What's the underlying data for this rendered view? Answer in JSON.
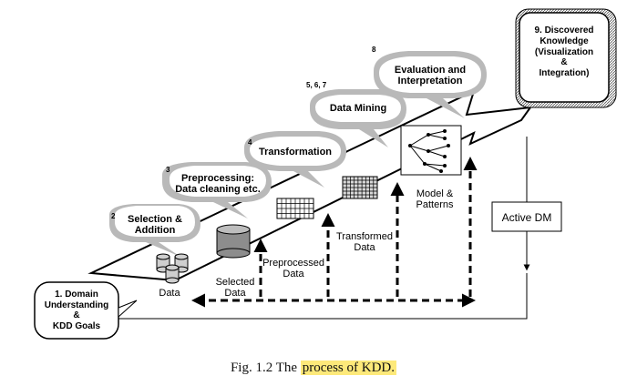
{
  "diagram": {
    "bubbles": [
      {
        "num": "2",
        "lines": [
          "Selection &",
          "Addition"
        ]
      },
      {
        "num": "3",
        "lines": [
          "Preprocessing:",
          "Data cleaning etc."
        ]
      },
      {
        "num": "4",
        "lines": [
          "Transformation"
        ]
      },
      {
        "num": "5, 6, 7",
        "lines": [
          "Data Mining"
        ]
      },
      {
        "num": "8",
        "lines": [
          "Evaluation and",
          "Interpretation"
        ]
      }
    ],
    "goal_box": [
      "1.  Domain",
      "Understanding",
      "&",
      "KDD Goals"
    ],
    "knowledge_box": [
      "9.  Discovered",
      "Knowledge",
      "(Visualization",
      "&",
      "Integration)"
    ],
    "labels": {
      "data": "Data",
      "selected": [
        "Selected",
        "Data"
      ],
      "preprocessed": [
        "Preprocessed",
        "Data"
      ],
      "transformed": [
        "Transformed",
        "Data"
      ],
      "model": [
        "Model &",
        "Patterns"
      ],
      "active_dm": "Active DM"
    }
  },
  "caption": {
    "prefix": "Fig. 1.2    The ",
    "highlight": "process of KDD."
  }
}
